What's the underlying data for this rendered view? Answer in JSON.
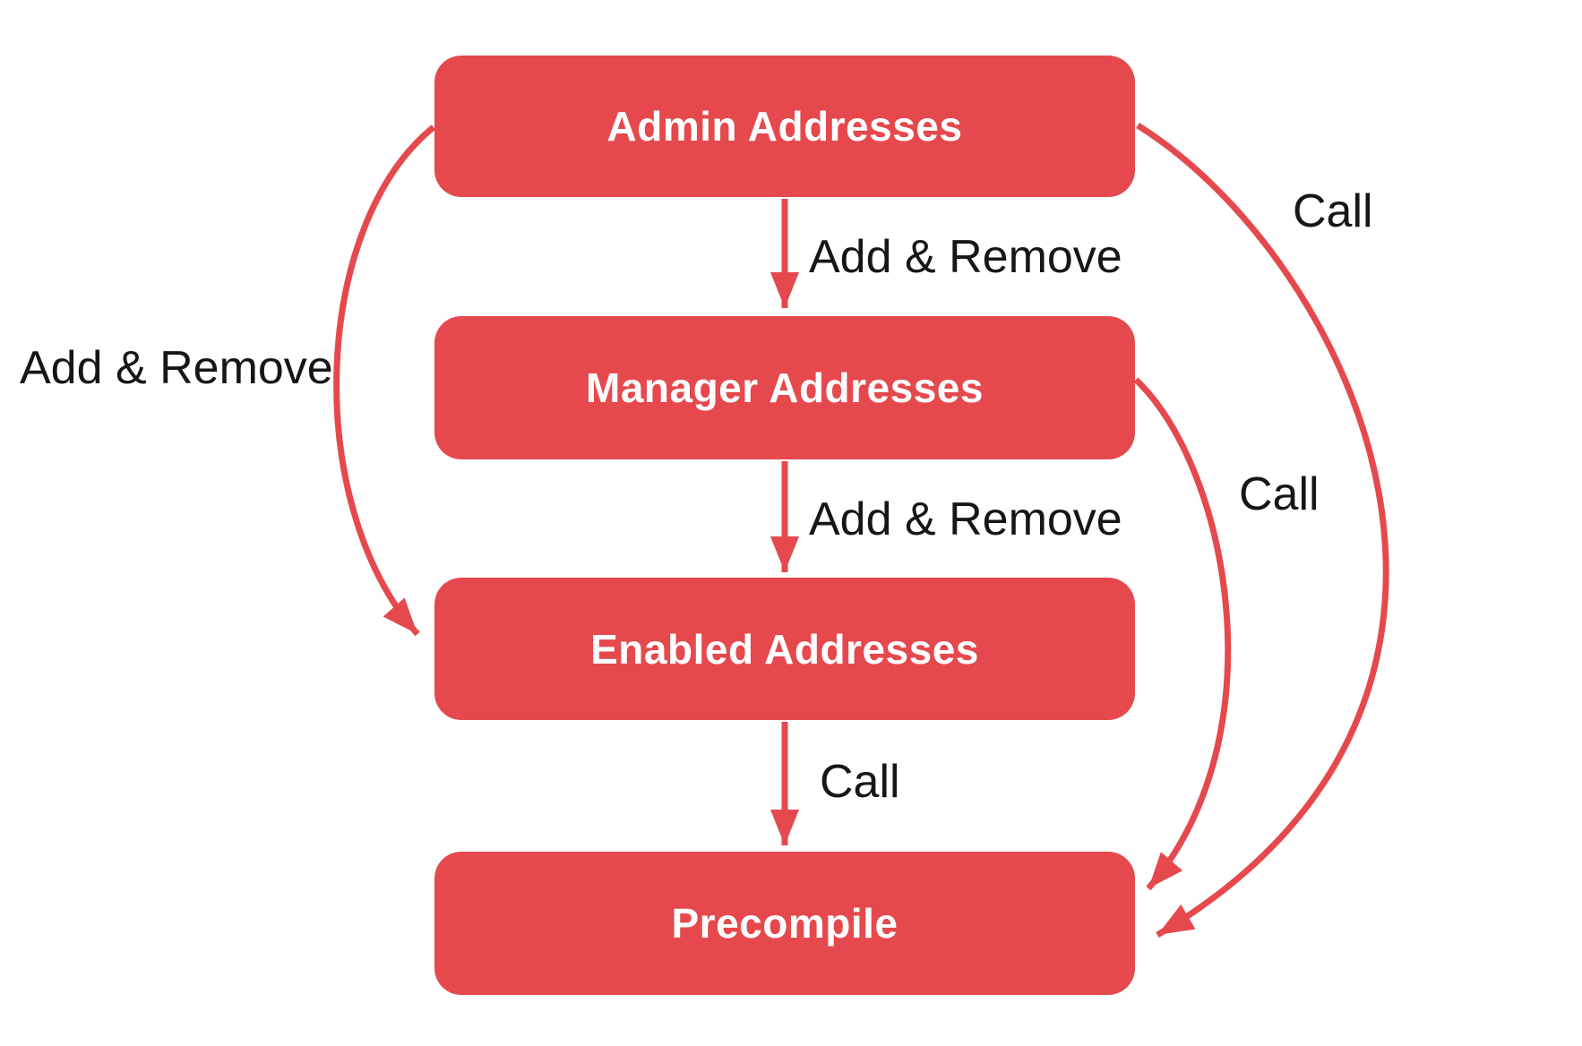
{
  "diagram": {
    "type": "flowchart",
    "colors": {
      "node_fill": "#e5494d",
      "arrow": "#e5494d",
      "node_text": "#ffffff",
      "label_text": "#161616",
      "background": "#ffffff"
    },
    "nodes": [
      {
        "id": "admin",
        "label": "Admin Addresses"
      },
      {
        "id": "manager",
        "label": "Manager Addresses"
      },
      {
        "id": "enabled",
        "label": "Enabled Addresses"
      },
      {
        "id": "precompile",
        "label": "Precompile"
      }
    ],
    "edges": [
      {
        "from": "admin",
        "to": "manager",
        "label": "Add & Remove"
      },
      {
        "from": "manager",
        "to": "enabled",
        "label": "Add & Remove"
      },
      {
        "from": "enabled",
        "to": "precompile",
        "label": "Call"
      },
      {
        "from": "admin",
        "to": "enabled",
        "label": "Add & Remove"
      },
      {
        "from": "admin",
        "to": "precompile",
        "label": "Call"
      },
      {
        "from": "manager",
        "to": "precompile",
        "label": "Call"
      }
    ]
  }
}
